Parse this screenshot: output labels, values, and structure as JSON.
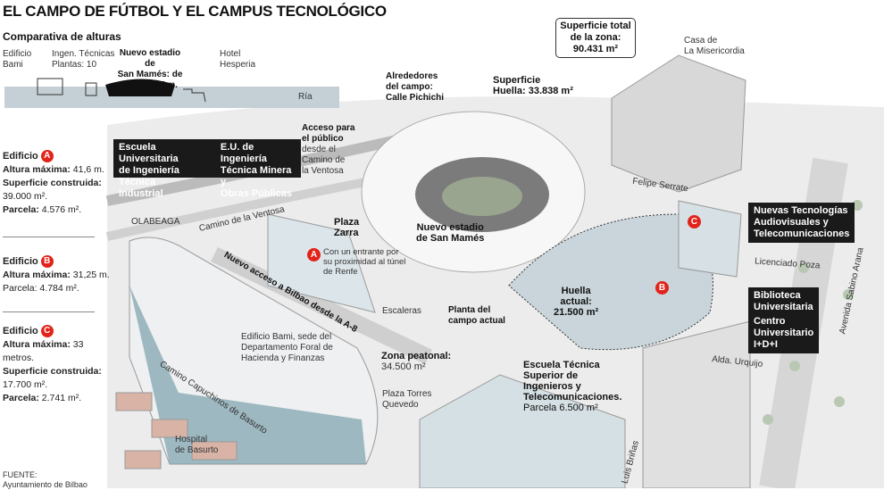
{
  "title": "EL CAMPO DE FÚTBOL Y EL CAMPUS TECNOLÓGICO",
  "heights": {
    "heading": "Comparativa de alturas",
    "bami": [
      "Edificio",
      "Bami"
    ],
    "ingen": [
      "Ingen. Técnicas",
      "Plantas: 10"
    ],
    "stadium": [
      "Nuevo estadio de",
      "San Mamés: de",
      "34,50 a 37 m."
    ],
    "hotel": [
      "Hotel",
      "Hesperia"
    ],
    "ria": "Ría"
  },
  "buildings": [
    {
      "heading": "Edificio",
      "marker": "A",
      "lines": [
        [
          "Altura máxima:",
          " 41,6 m."
        ],
        [
          "Superficie construida:",
          ""
        ],
        [
          "",
          "39.000 m²."
        ],
        [
          "Parcela:",
          " 4.576 m²."
        ]
      ]
    },
    {
      "heading": "Edificio",
      "marker": "B",
      "lines": [
        [
          "Altura máxima:",
          " 31,25 m."
        ],
        [
          "",
          "Parcela: 4.784 m²."
        ]
      ]
    },
    {
      "heading": "Edificio",
      "marker": "C",
      "lines": [
        [
          "Altura máxima:",
          " 33 metros."
        ],
        [
          "Superficie construida:",
          ""
        ],
        [
          "",
          "17.700 m²."
        ],
        [
          "Parcela:",
          " 2.741 m²."
        ]
      ]
    }
  ],
  "source": [
    "FUENTE:",
    "Ayuntamiento de Bilbao"
  ],
  "total_box": [
    "Superficie total",
    "de la zona:",
    "90.431 m²"
  ],
  "map": {
    "misericordia": [
      "Casa de",
      "La Misericordia"
    ],
    "alrededores": [
      "Alrededores",
      "del campo:",
      "Calle Pichichi"
    ],
    "huella": [
      "Superficie",
      "Huella: 33.838 m²"
    ],
    "escuela_univ": [
      "Escuela Universitaria",
      "de Ingeniería Técnica",
      "Industrial"
    ],
    "eu_minera": [
      "E.U. de Ingeniería",
      "Técnica Minera y",
      "Obras Públicas"
    ],
    "acceso": [
      "Acceso para",
      "el público",
      "desde el",
      "Camino de",
      "la Ventosa"
    ],
    "olabeaga": "OLABEAGA",
    "ventosa": "Camino de la Ventosa",
    "plaza_zarra": [
      "Plaza",
      "Zarra"
    ],
    "marker_a_note": [
      "Con un entrante por",
      "su proximidad al túnel",
      "de Renfe"
    ],
    "nuevo_estadio": [
      "Nuevo estadio",
      "de San Mamés"
    ],
    "felipe": "Felipe Serrate",
    "nuevas_tec": [
      "Nuevas Tecnologías",
      "Audiovisuales y",
      "Telecomunicaciones"
    ],
    "licenciado": "Licenciado Poza",
    "biblioteca": [
      "Biblioteca",
      "Universitaria",
      "Centro",
      "Universitario",
      "I+D+I"
    ],
    "huella_actual": [
      "Huella",
      "actual:",
      "21.500 m²"
    ],
    "sabino": "Avenida Sabino Arana",
    "acceso_a8": "Nuevo acceso a Bilbao desde la A-8",
    "escaleras": "Escaleras",
    "planta": [
      "Planta del",
      "campo actual"
    ],
    "bami": [
      "Edificio Bami, sede del",
      "Departamento Foral de",
      "Hacienda y Finanzas"
    ],
    "zona": [
      "Zona peatonal:",
      "34.500 m²"
    ],
    "torres": [
      "Plaza Torres",
      "Quevedo"
    ],
    "etsi": [
      "Escuela Técnica",
      "Superior de",
      "Ingenieros y",
      "Telecomunicaciones.",
      "Parcela 6.500 m²"
    ],
    "urquijo": "Alda. Urquijo",
    "capuchinos": "Camino Capuchinos de Basurto",
    "hospital": [
      "Hospital",
      "de Basurto"
    ],
    "brinas": "Luis Briñas"
  },
  "colors": {
    "marker": "#e2231a",
    "ground": "#c5d0d6",
    "glass": "#6f97a3"
  }
}
